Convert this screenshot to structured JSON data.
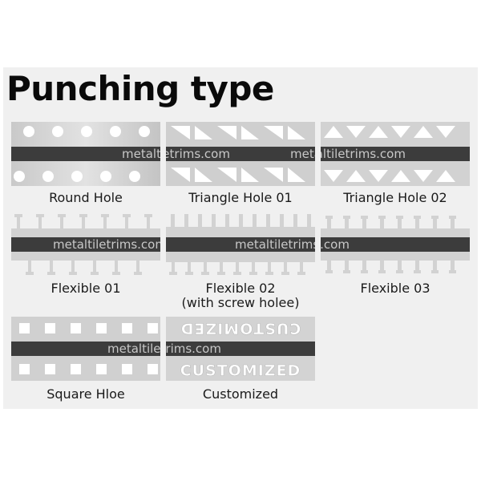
{
  "heading": "Punching type",
  "watermark": "metaltiletrims.com",
  "tiles": [
    {
      "label": "Round Hole"
    },
    {
      "label": "Triangle Hole 01"
    },
    {
      "label": "Triangle Hole 02"
    },
    {
      "label": "Flexible 01"
    },
    {
      "label_line1": "Flexible 02",
      "label_line2": "(with screw holee)"
    },
    {
      "label": "Flexible 03"
    },
    {
      "label": "Square Hloe"
    },
    {
      "label": "Customized",
      "stamp_text": "CUSTOMIZED"
    }
  ],
  "colors": {
    "panel": "#f0f0f0",
    "metal": "#d4d4d4",
    "stripe": "#3c3c3c",
    "hole": "#ffffff"
  }
}
